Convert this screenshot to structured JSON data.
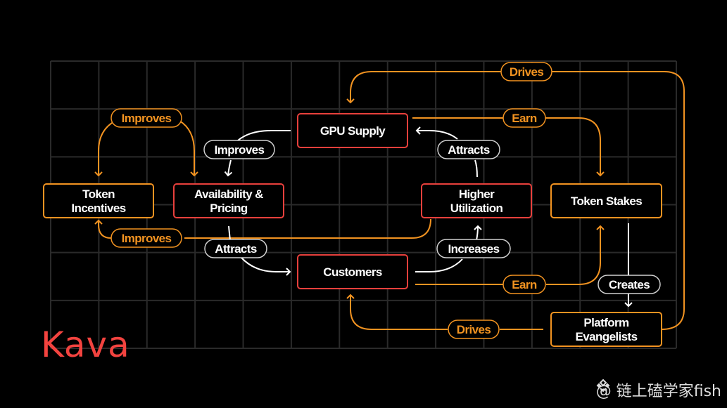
{
  "colors": {
    "background": "#000000",
    "grid": "#2a2a2a",
    "orange": "#f29321",
    "red": "#e8403c",
    "white": "#ffffff",
    "brand": "#f2433f"
  },
  "brand": {
    "name": "Kava"
  },
  "watermark": {
    "text": "@ 链上磕学家fish",
    "icon": "binance-diamond-icon"
  },
  "nodes": {
    "gpu_supply": {
      "lines": [
        "GPU Supply"
      ],
      "border": "red"
    },
    "availability": {
      "lines": [
        "Availability &",
        "Pricing"
      ],
      "border": "red"
    },
    "token_incentives": {
      "lines": [
        "Token",
        "Incentives"
      ],
      "border": "orange"
    },
    "higher_utilization": {
      "lines": [
        "Higher",
        "Utilization"
      ],
      "border": "red"
    },
    "token_stakes": {
      "lines": [
        "Token Stakes"
      ],
      "border": "orange"
    },
    "customers": {
      "lines": [
        "Customers"
      ],
      "border": "red"
    },
    "platform_evangelists": {
      "lines": [
        "Platform",
        "Evangelists"
      ],
      "border": "orange"
    }
  },
  "edges": [
    {
      "id": "drives-top",
      "label": "Drives",
      "color": "orange",
      "from": "Platform Evangelists",
      "to": "GPU Supply"
    },
    {
      "id": "earn-top",
      "label": "Earn",
      "color": "orange",
      "from": "GPU Supply",
      "to": "Token Stakes"
    },
    {
      "id": "improves-top",
      "label": "Improves",
      "color": "orange",
      "from": "Improves hub",
      "to": "Token Incentives / Availability & Pricing"
    },
    {
      "id": "improves-gpu",
      "label": "Improves",
      "color": "white",
      "from": "GPU Supply",
      "to": "Availability & Pricing"
    },
    {
      "id": "attracts-top",
      "label": "Attracts",
      "color": "white",
      "from": "Higher Utilization",
      "to": "GPU Supply"
    },
    {
      "id": "improves-bottom",
      "label": "Improves",
      "color": "orange",
      "from": "Higher Utilization",
      "to": "Token Incentives"
    },
    {
      "id": "attracts-bottom",
      "label": "Attracts",
      "color": "white",
      "from": "Availability & Pricing",
      "to": "Customers"
    },
    {
      "id": "increases",
      "label": "Increases",
      "color": "white",
      "from": "Customers",
      "to": "Higher Utilization"
    },
    {
      "id": "earn-bottom",
      "label": "Earn",
      "color": "orange",
      "from": "Customers",
      "to": "Token Stakes"
    },
    {
      "id": "creates",
      "label": "Creates",
      "color": "white",
      "from": "Token Stakes",
      "to": "Platform Evangelists"
    },
    {
      "id": "drives-bottom",
      "label": "Drives",
      "color": "orange",
      "from": "Platform Evangelists",
      "to": "Customers"
    }
  ]
}
